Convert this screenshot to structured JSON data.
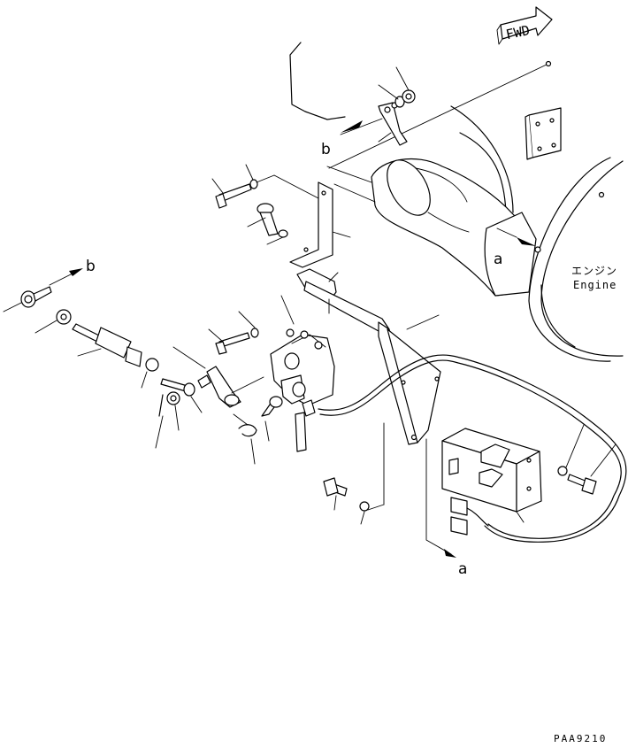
{
  "direction_marker": {
    "text": "FWD"
  },
  "engine_label": {
    "japanese": "エンジン",
    "english": "Engine"
  },
  "callouts": {
    "b_upper": "b",
    "b_left": "b",
    "a_engine": "a",
    "a_lower": "a"
  },
  "drawing_code": "PAA9210"
}
